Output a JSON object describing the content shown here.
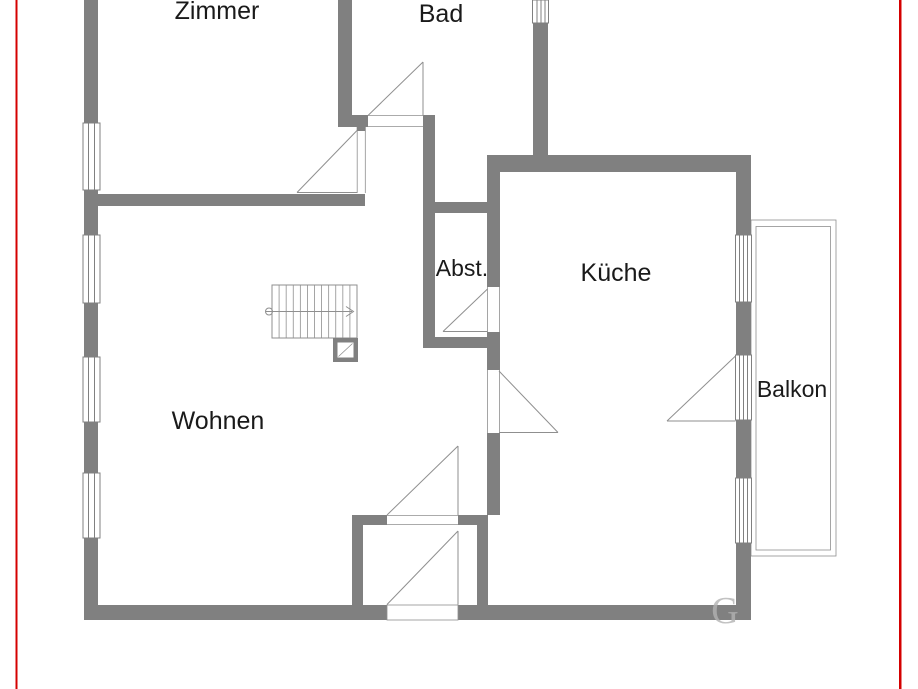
{
  "colors": {
    "wall": "#808080",
    "line": "#8f8f8f",
    "frame_red": "#d40000",
    "text": "#1a1a1a",
    "hatch": "#cccccc",
    "watermark": "#b3b3b3"
  },
  "rooms": {
    "zimmer": {
      "label": "Zimmer"
    },
    "bad": {
      "label": "Bad"
    },
    "abstellraum": {
      "label": "Abst."
    },
    "kueche": {
      "label": "Küche"
    },
    "wohnen": {
      "label": "Wohnen"
    },
    "balkon": {
      "label": "Balkon"
    }
  },
  "watermark": {
    "text": "G"
  }
}
